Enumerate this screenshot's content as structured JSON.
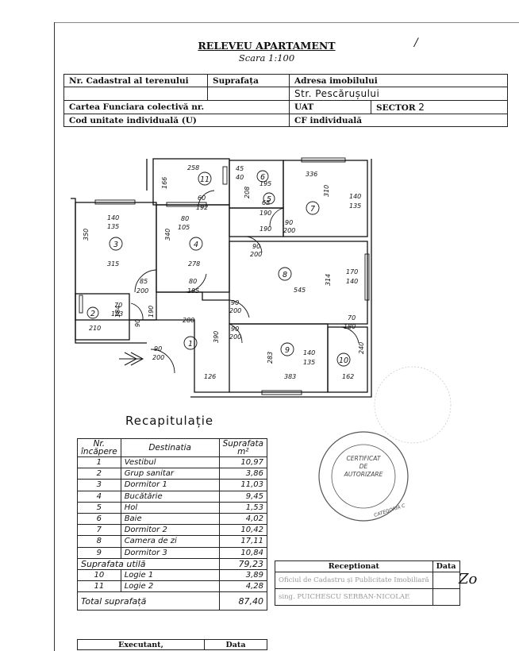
{
  "header": {
    "title": "RELEVEU APARTAMENT",
    "scale": "Scara 1:100",
    "mark": "/"
  },
  "cadastral": {
    "nr_cadastral_label": "Nr. Cadastral al terenului",
    "suprafata_label": "Suprafața",
    "adresa_label": "Adresa imobilului",
    "adresa_value": "Str. Pescărușului",
    "carte_label": "Cartea Funciara colectivă nr.",
    "uat_label": "UAT",
    "sector_label": "SECTOR",
    "sector_value": "2",
    "cod_label": "Cod unitate individuală (U)",
    "cf_label": "CF individuală"
  },
  "plan": {
    "rooms": [
      "1",
      "2",
      "3",
      "4",
      "5",
      "6",
      "7",
      "8",
      "9",
      "10",
      "11"
    ],
    "dims": {
      "d258": "258",
      "d166": "166",
      "d45": "45",
      "d40": "40",
      "d208": "208",
      "d195": "195",
      "d336": "336",
      "d310": "310",
      "d140": "140",
      "d135": "135",
      "d60": "60",
      "d192": "192",
      "d65": "65",
      "d190": "190",
      "d90": "90",
      "d200": "200",
      "d350": "350",
      "d340": "340",
      "d80": "80",
      "d105": "105",
      "d315": "315",
      "d278": "278",
      "d314": "314",
      "d170": "170",
      "d85": "85",
      "d545": "545",
      "d184": "184",
      "d70": "70",
      "d193": "193",
      "d210": "210",
      "d280": "280",
      "d390": "390",
      "d283": "283",
      "d383": "383",
      "d240": "240",
      "d180": "180",
      "d162": "162",
      "d126": "126"
    }
  },
  "recap": {
    "title": "Recapitulație",
    "col_nr": "Nr. încăpere",
    "col_dest": "Destinatia",
    "col_sup": "Suprafata m²",
    "rows": [
      {
        "nr": "1",
        "dest": "Vestibul",
        "sup": "10,97"
      },
      {
        "nr": "2",
        "dest": "Grup sanitar",
        "sup": "3,86"
      },
      {
        "nr": "3",
        "dest": "Dormitor 1",
        "sup": "11,03"
      },
      {
        "nr": "4",
        "dest": "Bucătărie",
        "sup": "9,45"
      },
      {
        "nr": "5",
        "dest": "Hol",
        "sup": "1,53"
      },
      {
        "nr": "6",
        "dest": "Baie",
        "sup": "4,02"
      },
      {
        "nr": "7",
        "dest": "Dormitor 2",
        "sup": "10,42"
      },
      {
        "nr": "8",
        "dest": "Camera de zi",
        "sup": "17,11"
      },
      {
        "nr": "9",
        "dest": "Dormitor 3",
        "sup": "10,84"
      }
    ],
    "utila_label": "Suprafata utilă",
    "utila_value": "79,23",
    "logii": [
      {
        "nr": "10",
        "dest": "Logie 1",
        "sup": "3,89"
      },
      {
        "nr": "11",
        "dest": "Logie 2",
        "sup": "4,28"
      }
    ],
    "total_label": "Total suprafață",
    "total_value": "87,40"
  },
  "executant": {
    "label": "Executant,",
    "data_label": "Data"
  },
  "receptionat": {
    "label": "Receptionat",
    "data_label": "Data",
    "row1": "Oficiul de Cadastru și Publicitate Imobiliară",
    "row2": "sing. PUICHESCU SERBAN-NICOLAE"
  },
  "stamp": {
    "line1": "CERTIFICAT",
    "line2": "DE",
    "line3": "AUTORIZARE",
    "categoria": "CATEGORIA C"
  },
  "signature": "Zo",
  "colors": {
    "ink": "#111111",
    "stamp": "#555555"
  }
}
